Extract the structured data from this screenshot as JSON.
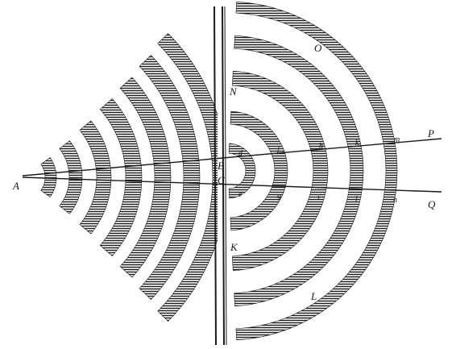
{
  "labels": {
    "source": "A",
    "upper_slit": "B",
    "lower_slit": "C",
    "screen_top": "N",
    "screen_bottom": "K",
    "ray_upper_end": "P",
    "ray_lower_end": "Q",
    "outer_top": "O",
    "outer_bottom": "L",
    "upper_ray_points": [
      "d",
      "f",
      "h",
      "k",
      "m"
    ],
    "lower_ray_points": [
      "e",
      "g",
      "i",
      "l",
      "n"
    ]
  },
  "style": {
    "ink": "#1a1a1a",
    "background": "#ffffff"
  }
}
